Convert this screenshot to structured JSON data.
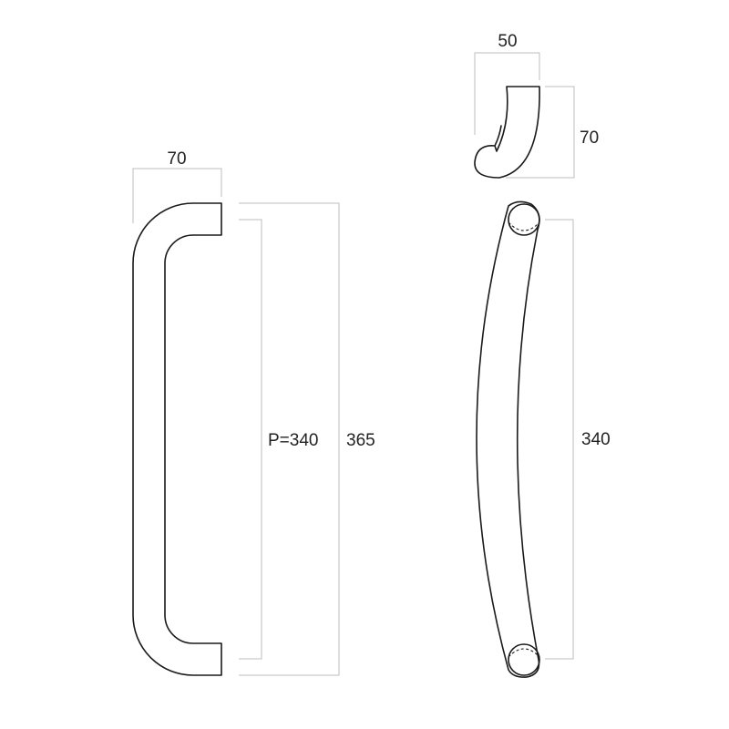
{
  "front_view": {
    "width_label": "70",
    "pitch_label": "P=340",
    "overall_length_label": "365"
  },
  "side_view": {
    "projection_label": "50",
    "depth_label": "70",
    "length_label": "340"
  }
}
